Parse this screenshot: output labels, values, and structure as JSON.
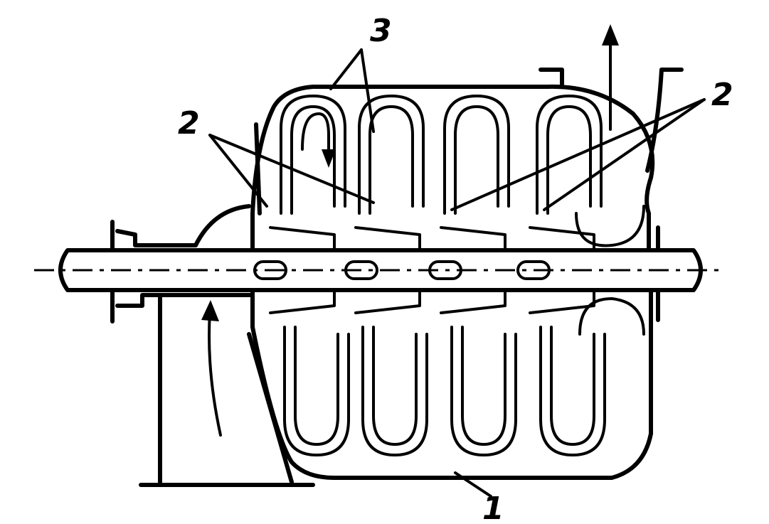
{
  "labels": {
    "housing": "1",
    "guide_vanes": "2",
    "impellers": "3"
  }
}
